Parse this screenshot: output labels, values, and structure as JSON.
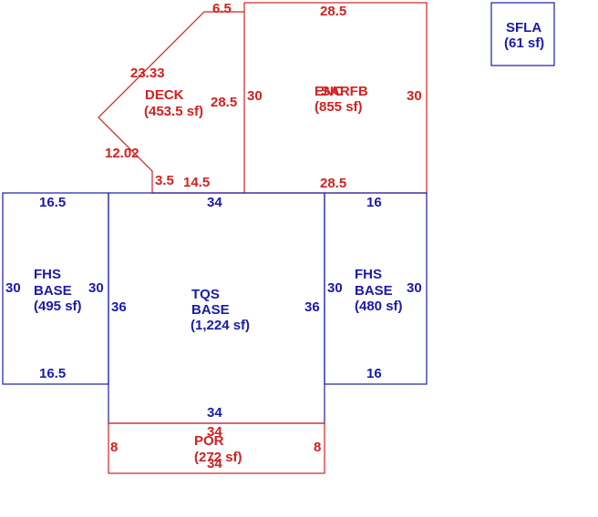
{
  "areas": {
    "sfla": {
      "name": "SFLA",
      "area": "(61 sf)",
      "color": "#1a1aaa"
    },
    "enc": {
      "name_a": "ENC",
      "name_b": "SARFB",
      "area": "(855 sf)",
      "color": "#d42020",
      "dims": {
        "top": "28.5",
        "bottom": "28.5",
        "left": "30",
        "right": "30"
      }
    },
    "deck": {
      "name": "DECK",
      "area": "(453.5 sf)",
      "color": "#d42020",
      "dims": {
        "top": "6.5",
        "diag_upper": "23.33",
        "right": "28.5",
        "diag_lower": "12.02",
        "small_vert": "3.5",
        "bottom": "14.5"
      }
    },
    "fhs_left": {
      "name_1": "FHS",
      "name_2": "BASE",
      "area": "(495 sf)",
      "color": "#1a1aaa",
      "dims": {
        "top": "16.5",
        "bottom": "16.5",
        "left": "30",
        "right": "30"
      }
    },
    "tqs": {
      "name_1": "TQS",
      "name_2": "BASE",
      "area": "(1,224 sf)",
      "color": "#1a1aaa",
      "dims": {
        "top": "34",
        "bottom": "34",
        "left": "36",
        "right": "36"
      }
    },
    "fhs_right": {
      "name_1": "FHS",
      "name_2": "BASE",
      "area": "(480 sf)",
      "color": "#1a1aaa",
      "dims": {
        "top": "16",
        "bottom": "16",
        "left": "30",
        "right": "30"
      }
    },
    "por": {
      "name": "POR",
      "area": "(272 sf)",
      "color": "#d42020",
      "dims": {
        "top": "34",
        "bottom": "34",
        "left": "8",
        "right": "8"
      }
    }
  }
}
